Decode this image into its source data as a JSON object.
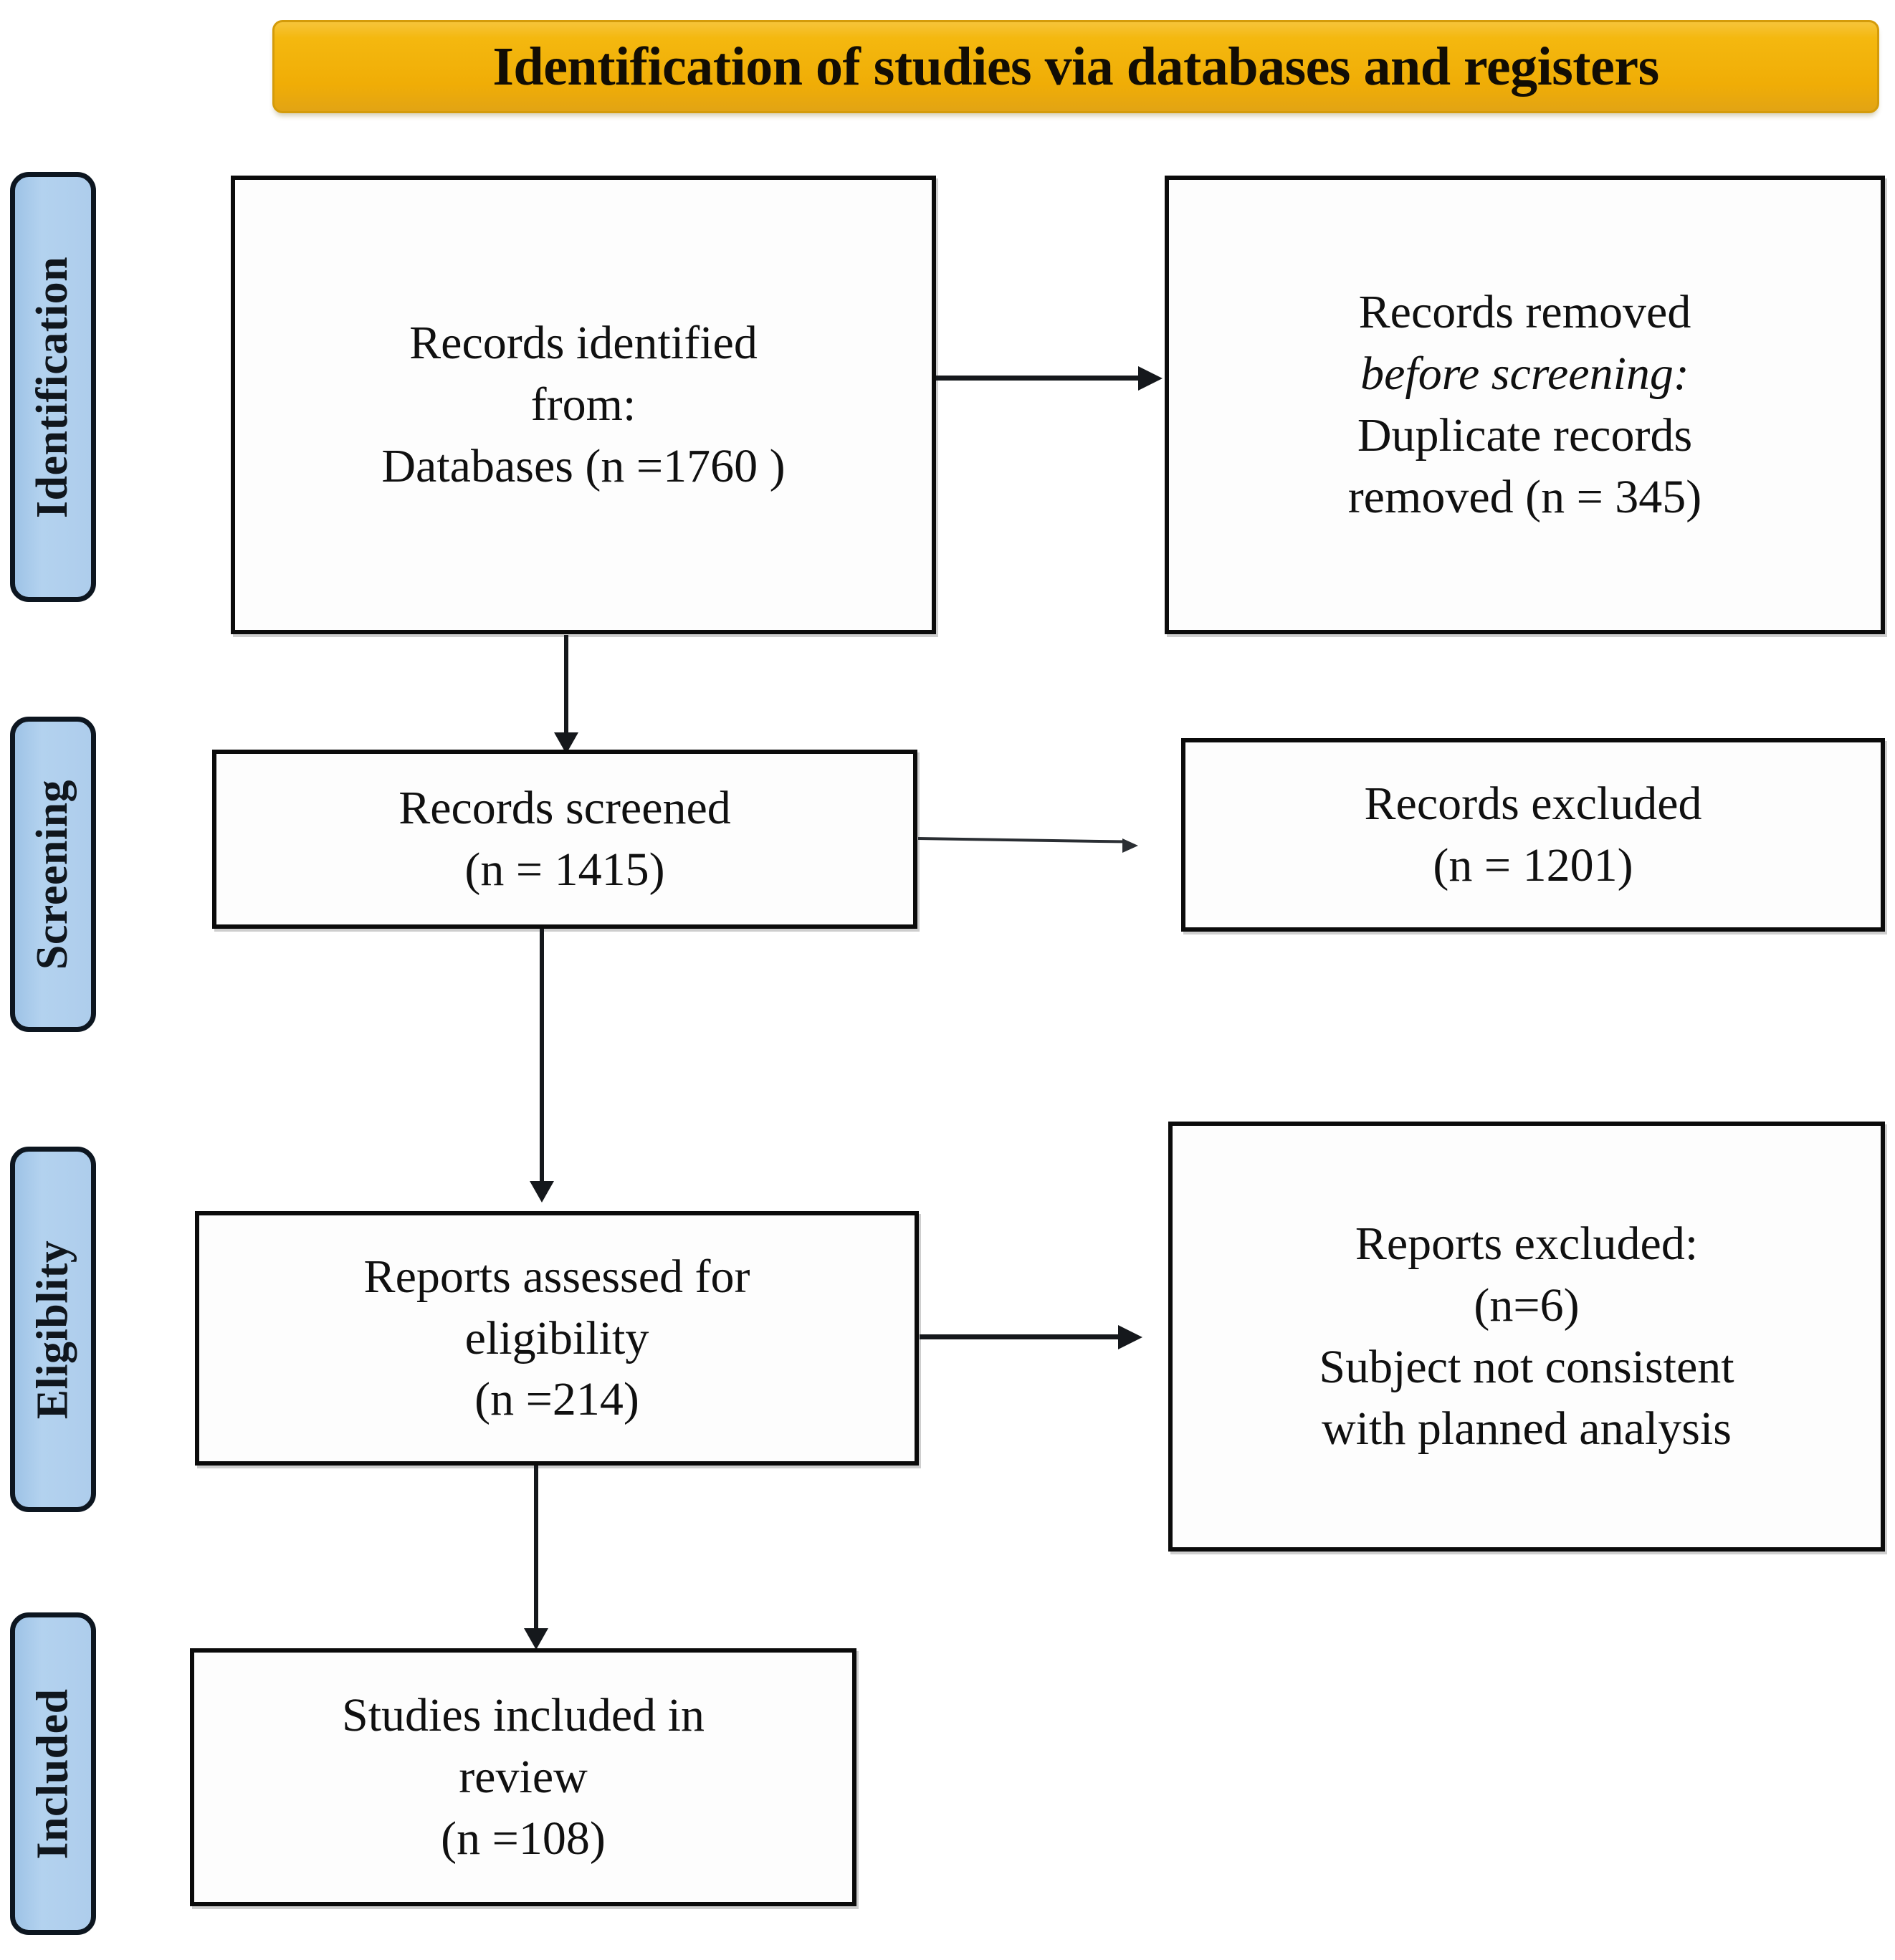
{
  "header": {
    "title": "Identification of studies via databases and registers",
    "background_color": "#F0AD06",
    "text_color": "#120D04"
  },
  "stage_tabs": [
    {
      "label": "Identification",
      "color": "#AECDEC"
    },
    {
      "label": "Screening",
      "color": "#AECDEC"
    },
    {
      "label": "Eligiblity",
      "color": "#AECDEC"
    },
    {
      "label": "Included",
      "color": "#AECDEC"
    }
  ],
  "boxes": {
    "records_identified": {
      "lines": [
        "Records identified",
        "from:",
        "Databases (n =1760 )"
      ]
    },
    "records_removed": {
      "lines": [
        "Records removed",
        "before screening:",
        "Duplicate records",
        "removed  (n = 345)"
      ],
      "italic_line_index": 1
    },
    "records_screened": {
      "lines": [
        "Records screened",
        "(n = 1415)"
      ]
    },
    "records_excluded": {
      "lines": [
        "Records excluded",
        "(n = 1201)"
      ]
    },
    "reports_assessed": {
      "lines": [
        "Reports assessed for",
        "eligibility",
        "(n =214)"
      ]
    },
    "reports_excluded": {
      "lines": [
        "Reports excluded:",
        "(n=6)",
        "Subject not consistent",
        "with planned analysis"
      ]
    },
    "studies_included": {
      "lines": [
        "Studies included in",
        "review",
        "(n =108)"
      ]
    }
  },
  "chart_data": {
    "type": "diagram",
    "title": "Identification of studies via databases and registers",
    "diagram_kind": "PRISMA flow diagram",
    "stages": [
      "Identification",
      "Screening",
      "Eligiblity",
      "Included"
    ],
    "nodes": [
      {
        "id": "records_identified",
        "stage": "Identification",
        "label": "Records identified from: Databases",
        "n": 1760
      },
      {
        "id": "records_removed",
        "stage": "Identification",
        "label": "Records removed before screening: Duplicate records removed",
        "n": 345
      },
      {
        "id": "records_screened",
        "stage": "Screening",
        "label": "Records screened",
        "n": 1415
      },
      {
        "id": "records_excluded",
        "stage": "Screening",
        "label": "Records excluded",
        "n": 1201
      },
      {
        "id": "reports_assessed",
        "stage": "Eligiblity",
        "label": "Reports assessed for eligibility",
        "n": 214
      },
      {
        "id": "reports_excluded",
        "stage": "Eligiblity",
        "label": "Reports excluded: Subject not consistent with planned analysis",
        "n": 6
      },
      {
        "id": "studies_included",
        "stage": "Included",
        "label": "Studies included in review",
        "n": 108
      }
    ],
    "edges": [
      {
        "from": "records_identified",
        "to": "records_removed",
        "direction": "right"
      },
      {
        "from": "records_identified",
        "to": "records_screened",
        "direction": "down"
      },
      {
        "from": "records_screened",
        "to": "records_excluded",
        "direction": "right"
      },
      {
        "from": "records_screened",
        "to": "reports_assessed",
        "direction": "down"
      },
      {
        "from": "reports_assessed",
        "to": "reports_excluded",
        "direction": "right"
      },
      {
        "from": "reports_assessed",
        "to": "studies_included",
        "direction": "down"
      }
    ]
  }
}
